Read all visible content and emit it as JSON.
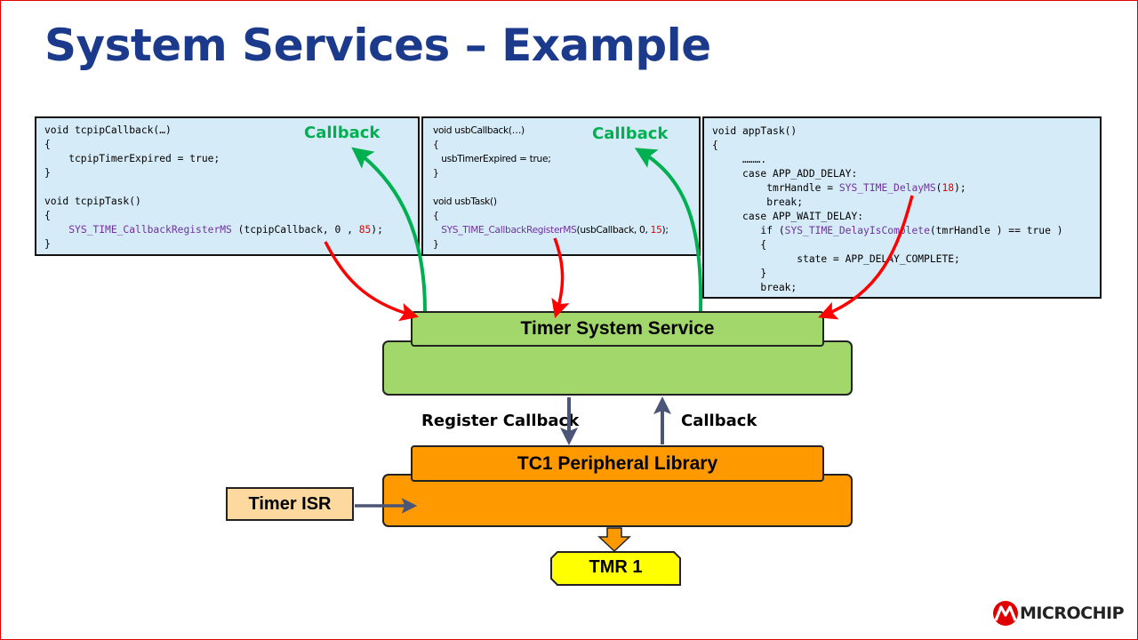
{
  "slide": {
    "title": "System Services – Example"
  },
  "code_blocks": {
    "tcpip": {
      "l1": "void tcpipCallback(…)",
      "l2": "{",
      "l3": "    tcpipTimerExpired = true;",
      "l4": "}",
      "l5": "",
      "l6": "void tcpipTask()",
      "l7": "{",
      "l8_fn": "SYS_TIME_CallbackRegisterMS",
      "l8_args": " (tcpipCallback, 0 , ",
      "l8_num": "85",
      "l8_end": ");",
      "l9": "}"
    },
    "usb": {
      "l1": "void usbCallback(…)",
      "l2": "{",
      "l3": "usbTimerExpired = true;",
      "l4": "}",
      "l5": "",
      "l6": "void usbTask()",
      "l7": "{",
      "l8_fn": "SYS_TIME_CallbackRegisterMS",
      "l8_args": "(usbCallback, 0, ",
      "l8_num": "15",
      "l8_end": ");",
      "l9": "}"
    },
    "app": {
      "l1": "void appTask()",
      "l2": "{",
      "l3": "……….",
      "l4": "case APP_ADD_DELAY:",
      "l5_pre": "tmrHandle = ",
      "l5_fn": "SYS_TIME_DelayMS",
      "l5_open": "(",
      "l5_num": "18",
      "l5_end": ");",
      "l6": "break;",
      "l7": "case APP_WAIT_DELAY:",
      "l8_pre": "if (",
      "l8_fn": "SYS_TIME_DelayIsComplete",
      "l8_end": "(tmrHandle ) == true )",
      "l9": "{",
      "l10": "state = APP_DELAY_COMPLETE;",
      "l11": "}",
      "l12": "break;"
    }
  },
  "labels": {
    "callback_green_1": "Callback",
    "callback_green_2": "Callback",
    "timer_system_service": "Timer System Service",
    "register_callback": "Register Callback",
    "callback_black": "Callback",
    "tc1_library": "TC1 Peripheral Library",
    "timer_isr": "Timer ISR",
    "tmr1": "TMR 1"
  },
  "logo": {
    "text": "MICROCHIP"
  },
  "colors": {
    "title": "#1b3a8c",
    "code_bg": "#d6ebf8",
    "function": "#7030a0",
    "number": "#e00000",
    "green_arrow": "#00b050",
    "red_arrow": "#ff0000",
    "service_green": "#a1d76b",
    "library_orange": "#ff9900",
    "isr_fill": "#fdd9a0",
    "tmr_yellow": "#ffff00",
    "connector": "#4a5577"
  },
  "icons": {
    "logo": "microchip-logo-icon"
  }
}
